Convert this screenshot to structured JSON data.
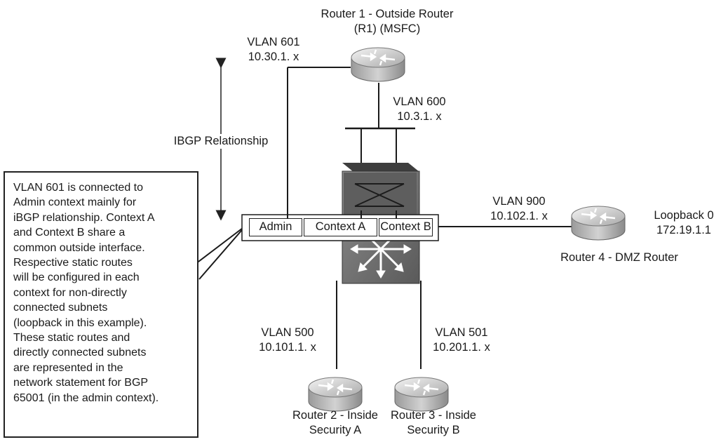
{
  "routers": {
    "r1": {
      "lines": [
        "Router 1 - Outside Router",
        "(R1) (MSFC)"
      ]
    },
    "r2": {
      "lines": [
        "Router 2 - Inside",
        "Security A"
      ]
    },
    "r3": {
      "lines": [
        "Router 3 - Inside",
        "Security B"
      ]
    },
    "r4": {
      "name": "Router 4 - DMZ Router",
      "loopback": [
        "Loopback 0",
        "172.19.1.1"
      ]
    }
  },
  "vlans": {
    "v601": [
      "VLAN 601",
      "10.30.1. x"
    ],
    "v600": [
      "VLAN 600",
      "10.3.1. x"
    ],
    "v900": [
      "VLAN 900",
      "10.102.1. x"
    ],
    "v500": [
      "VLAN 500",
      "10.101.1. x"
    ],
    "v501": [
      "VLAN 501",
      "10.201.1. x"
    ]
  },
  "ibgp_label": "IBGP Relationship",
  "contexts": [
    "Admin",
    "Context A",
    "Context B"
  ],
  "callout_lines": [
    "VLAN 601 is connected to",
    "Admin context mainly for",
    "iBGP relationship. Context A",
    "and Context B share a",
    "common outside interface.",
    "Respective static routes",
    "will be configured in each",
    "context for non-directly",
    "connected subnets",
    "(loopback in this example).",
    "These static routes and",
    "directly connected subnets",
    "are represented in the",
    "network statement for BGP",
    "65001 (in the admin context)."
  ]
}
